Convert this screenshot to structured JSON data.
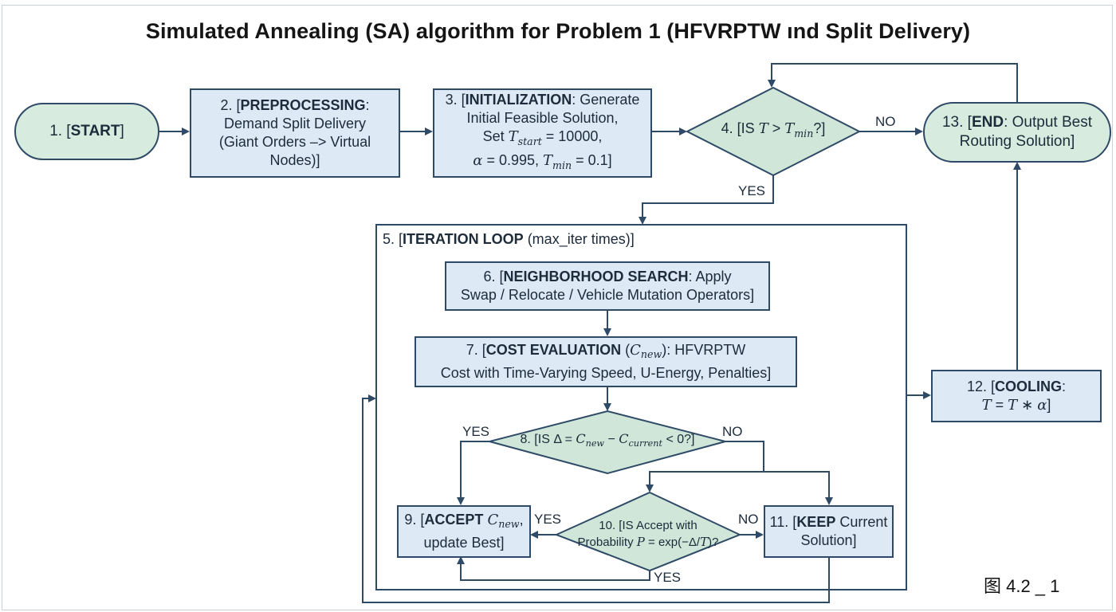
{
  "title": "Simulated Annealing (SA) algorithm for Problem 1 (HFVRPTW ınd Split Delivery)",
  "caption": "图 4.2 _ 1",
  "colors": {
    "box_fill": "#dde9f5",
    "terminal_fill": "#d7ecdf",
    "decision_fill": "#cfe6d8",
    "line": "#2e4a66"
  },
  "nodes": {
    "n1": {
      "num": "1. [",
      "bold": "START",
      "rest": "]"
    },
    "n2": {
      "num": "2. [",
      "bold": "PREPROCESSING",
      "rest": ":",
      "line2": "Demand Split Delivery",
      "line3": "(Giant Orders –> Virtual",
      "line4": "Nodes)]"
    },
    "n3": {
      "num": "3. [",
      "bold": "INITIALIZATION",
      "rest": ": Generate",
      "line2": "Initial Feasible Solution,",
      "set": "Set ",
      "tstart": "T",
      "tstart_sub": "start",
      "tstart_val": " = 10000,",
      "alpha": "α",
      "alpha_val": " = 0.995, ",
      "tmin": "T",
      "tmin_sub": "min",
      "tmin_val": " = 0.1]"
    },
    "n4": {
      "pre": "4. [IS ",
      "t": "T",
      "gt": " > ",
      "tmin": "T",
      "tmin_sub": "min",
      "post": "?]"
    },
    "n5": {
      "num": "5. [",
      "bold": "ITERATION LOOP",
      "rest": " (max_iter times)]"
    },
    "n6": {
      "num": "6. [",
      "bold": "NEIGHBORHOOD SEARCH",
      "rest": ": Apply",
      "line2": "Swap / Relocate / Vehicle Mutation Operators]"
    },
    "n7": {
      "num": "7. [",
      "bold": "COST EVALUATION",
      "rest_pre": " (",
      "c": "C",
      "c_sub": "new",
      "rest": "): HFVRPTW",
      "line2": "Cost with Time-Varying Speed, U-Energy, Penalties]"
    },
    "n8": {
      "pre": "8. [IS Δ = ",
      "c1": "C",
      "c1_sub": "new",
      "minus": " − ",
      "c2": "C",
      "c2_sub": "current",
      "post": " < 0?]"
    },
    "n9": {
      "num": "9. [",
      "bold": "ACCEPT",
      "sp": " ",
      "c": "C",
      "c_sub": "new",
      "rest": ",",
      "line2": "update Best]"
    },
    "n10": {
      "line1": "10. [IS Accept with",
      "pre": "Probability ",
      "p": "P",
      "eq": " = exp(−Δ/",
      "t": "T",
      "post": ")?"
    },
    "n11": {
      "num": "11. [",
      "bold": "KEEP",
      "rest": " Current",
      "line2": "Solution]"
    },
    "n12": {
      "num": "12. [",
      "bold": "COOLING",
      "rest": ":",
      "t1": "T",
      "eq": " = ",
      "t2": "T",
      "op": " ∗ ",
      "a": "α",
      "post": "]"
    },
    "n13": {
      "num": "13. [",
      "bold": "END",
      "rest": ": Output Best",
      "line2": "Routing Solution]"
    }
  },
  "edge_labels": {
    "no_4": "NO",
    "yes_4": "YES",
    "yes_8": "YES",
    "no_8": "NO",
    "yes_10_left": "YES",
    "no_10": "NO",
    "yes_10_bottom": "YES"
  }
}
